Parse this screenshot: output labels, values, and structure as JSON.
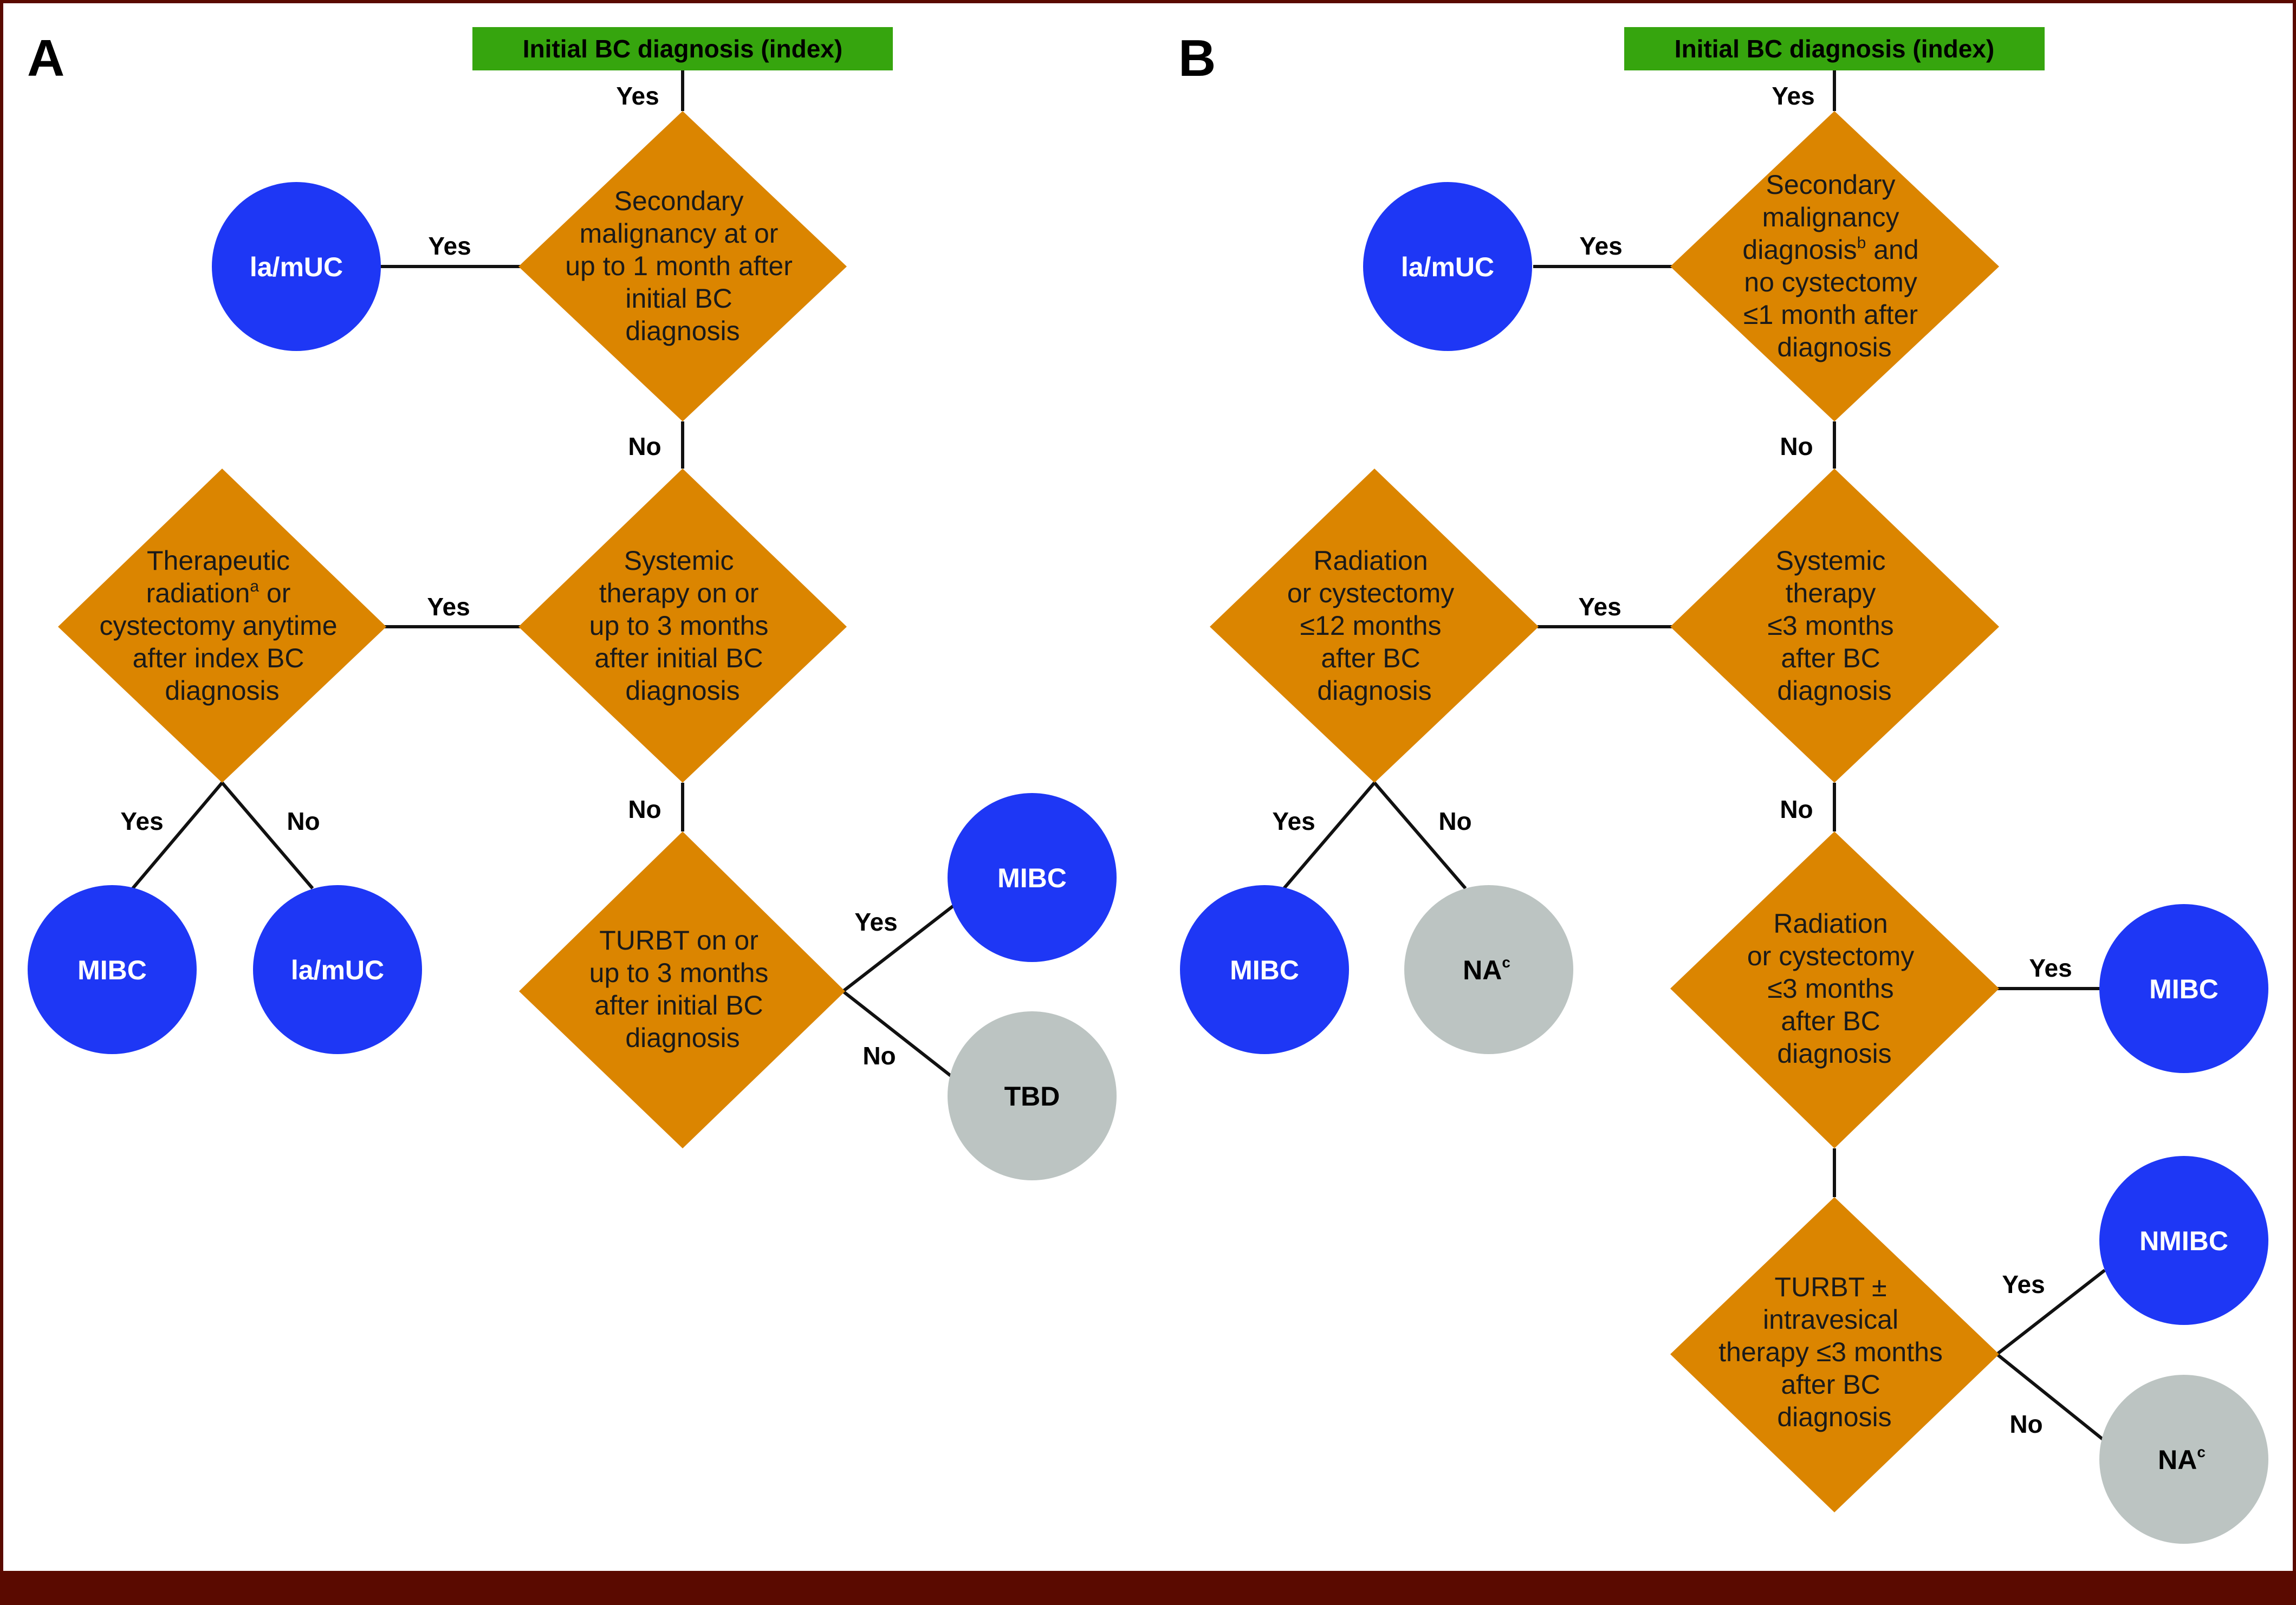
{
  "colors": {
    "header_green": "#36a50e",
    "diamond_orange": "#db8500",
    "circle_blue": "#1e37f5",
    "circle_grey": "#bcc4c2",
    "border": "#5a0a00"
  },
  "panel_a": {
    "letter": "A",
    "header": "Initial BC diagnosis (index)",
    "d1": [
      "Secondary",
      "malignancy at or",
      "up to 1 month after",
      "initial BC",
      "diagnosis"
    ],
    "d2": [
      "Systemic",
      "therapy on or",
      "up to 3 months",
      "after initial BC",
      "diagnosis"
    ],
    "d3": [
      "Therapeutic",
      "radiation",
      "a",
      " or",
      "cystectomy anytime",
      "after index BC",
      "diagnosis"
    ],
    "d4": [
      "TURBT on or",
      "up to 3 months",
      "after initial BC",
      "diagnosis"
    ],
    "c_lamuc_top": "la/mUC",
    "c_mibc_left": "MIBC",
    "c_lamuc_bottom": "la/mUC",
    "c_mibc_right": "MIBC",
    "c_tbd": "TBD",
    "labels": {
      "yes_header": "Yes",
      "yes_d1": "Yes",
      "no_d1": "No",
      "yes_d2": "Yes",
      "no_d2": "No",
      "yes_d3": "Yes",
      "no_d3": "No",
      "yes_d4": "Yes",
      "no_d4": "No"
    }
  },
  "panel_b": {
    "letter": "B",
    "header": "Initial BC diagnosis (index)",
    "d1": [
      "Secondary",
      "malignancy",
      "diagnosis",
      "b",
      " and",
      "no cystectomy",
      "≤1 month after",
      "diagnosis"
    ],
    "d2": [
      "Systemic",
      "therapy",
      "≤3 months",
      "after BC",
      "diagnosis"
    ],
    "d3": [
      "Radiation",
      "or cystectomy",
      "≤12 months",
      "after BC",
      "diagnosis"
    ],
    "d4": [
      "Radiation",
      "or cystectomy",
      "≤3 months",
      "after BC",
      "diagnosis"
    ],
    "d5": [
      "TURBT ±",
      "intravesical",
      "therapy ≤3 months",
      "after BC",
      "diagnosis"
    ],
    "c_lamuc": "la/mUC",
    "c_mibc_left": "MIBC",
    "c_na_left": "NA",
    "c_na_left_sup": "c",
    "c_mibc_right": "MIBC",
    "c_nmibc": "NMIBC",
    "c_na_bottom": "NA",
    "c_na_bottom_sup": "c",
    "labels": {
      "yes_header": "Yes",
      "yes_d1": "Yes",
      "no_d1": "No",
      "yes_d2": "Yes",
      "no_d2": "No",
      "yes_d3": "Yes",
      "no_d3": "No",
      "yes_d4": "Yes",
      "yes_d5": "Yes",
      "no_d5": "No"
    }
  }
}
